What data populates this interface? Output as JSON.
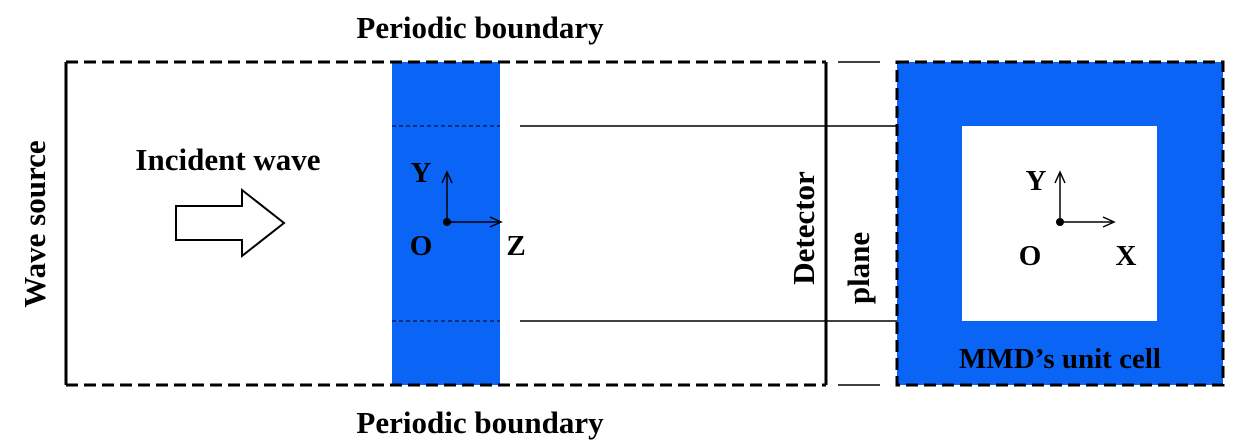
{
  "labels": {
    "periodic_top": "Periodic boundary",
    "periodic_bottom": "Periodic boundary",
    "wave_source": "Wave source",
    "incident_wave": "Incident wave",
    "detector": "Detector",
    "plane": "plane",
    "unit_cell": "MMD’s unit cell"
  },
  "axes_side": {
    "y": "Y",
    "origin": "O",
    "horizontal": "Z"
  },
  "axes_cell": {
    "y": "Y",
    "origin": "O",
    "horizontal": "X"
  },
  "colors": {
    "material": "#0a64f5",
    "line": "#000000",
    "background": "#ffffff"
  }
}
